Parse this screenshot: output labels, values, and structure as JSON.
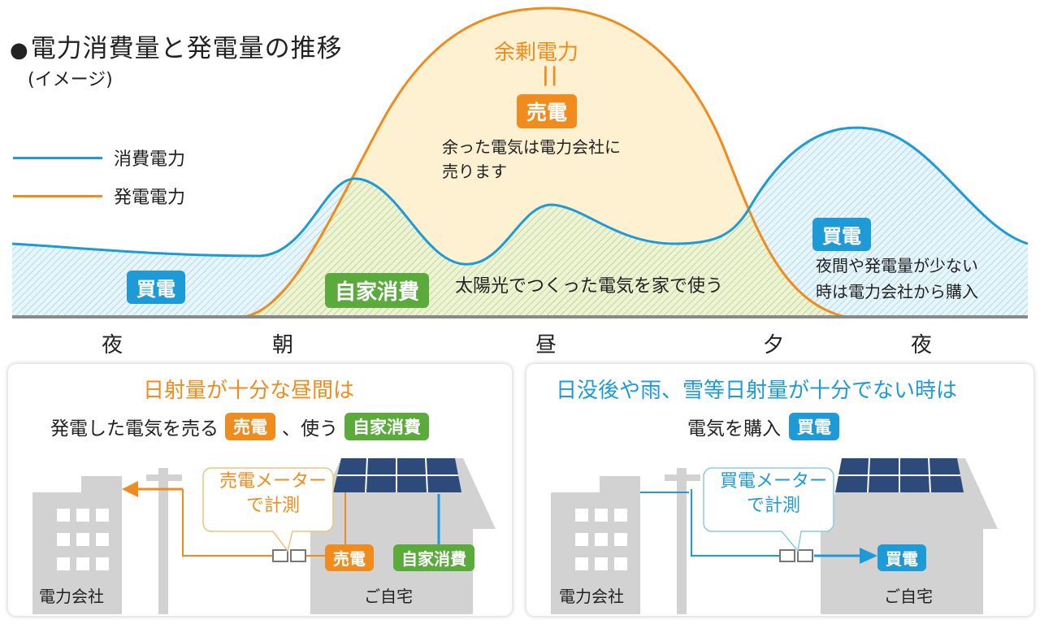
{
  "chart": {
    "title": "電力消費量と発電量の推移",
    "title_bullet": "●",
    "subtitle": "(イメージ)",
    "legend": [
      {
        "label": "消費電力",
        "color": "#1e9bd7"
      },
      {
        "label": "発電電力",
        "color": "#f08c1e"
      }
    ],
    "surplus_label": "余剰電力",
    "equals_sign": "||",
    "sell_badge": "売電",
    "sell_description": [
      "余った電気は電力会社に",
      "売ります"
    ],
    "buy_badge_left": "買電",
    "self_badge": "自家消費",
    "self_description": "太陽光でつくった電気を家で使う",
    "buy_badge_right": "買電",
    "buy_description": [
      "夜間や発電量が少ない",
      "時は電力会社から購入"
    ],
    "time_labels": [
      "夜",
      "朝",
      "昼",
      "夕",
      "夜"
    ]
  },
  "left_panel": {
    "heading": "日射量が十分な昼間は",
    "line_prefix": "発電した電気を売る",
    "sell_badge": "売電",
    "line_middle": "、使う",
    "self_badge": "自家消費",
    "callout": [
      "売電メーター",
      "で計測"
    ],
    "meter_sell_badge": "売電",
    "meter_self_badge": "自家消費",
    "company_label": "電力会社",
    "home_label": "ご自宅"
  },
  "right_panel": {
    "heading": "日没後や雨、雪等日射量が十分でない時は",
    "line_prefix": "電気を購入",
    "buy_badge": "買電",
    "callout": [
      "買電メーター",
      "で計測"
    ],
    "meter_buy_badge": "買電",
    "company_label": "電力会社",
    "home_label": "ご自宅"
  },
  "colors": {
    "consumption": "#1e9bd7",
    "generation": "#f08c1e",
    "self_consumption": "#5aaa3c",
    "building": "#d2d2d2",
    "solar_panel": "#2c4a7a"
  }
}
